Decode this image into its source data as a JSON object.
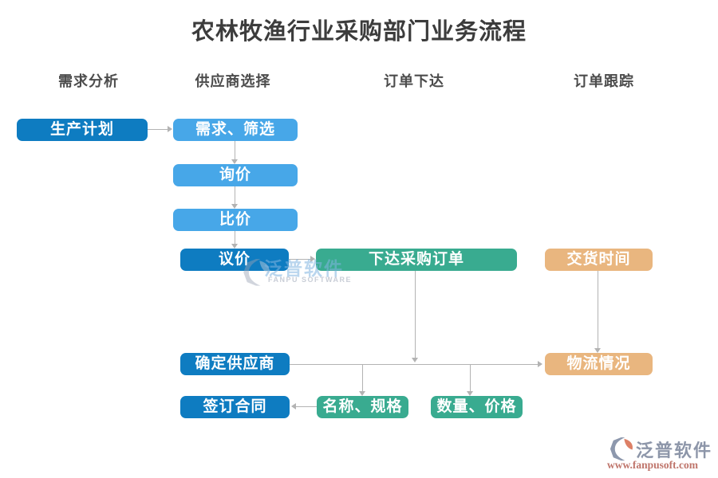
{
  "title": "农林牧渔行业采购部门业务流程",
  "columns": [
    {
      "label": "需求分析"
    },
    {
      "label": "供应商选择"
    },
    {
      "label": "订单下达"
    },
    {
      "label": "订单跟踪"
    }
  ],
  "nodes": {
    "production_plan": {
      "label": "生产计划",
      "color": "#0e7cc1"
    },
    "demand_screening": {
      "label": "需求、筛选",
      "color": "#47a7e8"
    },
    "inquiry": {
      "label": "询价",
      "color": "#47a7e8"
    },
    "price_comparison": {
      "label": "比价",
      "color": "#47a7e8"
    },
    "negotiation": {
      "label": "议价",
      "color": "#0e7cc1"
    },
    "place_purchase_order": {
      "label": "下达采购订单",
      "color": "#39ab90"
    },
    "delivery_time": {
      "label": "交货时间",
      "color": "#e9b67f"
    },
    "confirm_supplier": {
      "label": "确定供应商",
      "color": "#0e7cc1"
    },
    "logistics_status": {
      "label": "物流情况",
      "color": "#e9b67f"
    },
    "sign_contract": {
      "label": "签订合同",
      "color": "#0e7cc1"
    },
    "name_spec": {
      "label": "名称、规格",
      "color": "#39ab90"
    },
    "quantity_price": {
      "label": "数量、价格",
      "color": "#39ab90"
    }
  },
  "watermark": {
    "text": "泛普软件",
    "subtext": "FANPU SOFTWARE"
  },
  "footer_logo": {
    "brand": "泛普软件",
    "url": "www.fanpusoft.com"
  },
  "colors": {
    "dark_blue": "#0e7cc1",
    "light_blue": "#47a7e8",
    "green": "#39ab90",
    "orange": "#e9b67f",
    "connector_gray": "#b3b3b3",
    "title_text": "#3c3c3c",
    "logo_gray_blue": "#8d96a9",
    "logo_url_red": "#bf756b"
  }
}
